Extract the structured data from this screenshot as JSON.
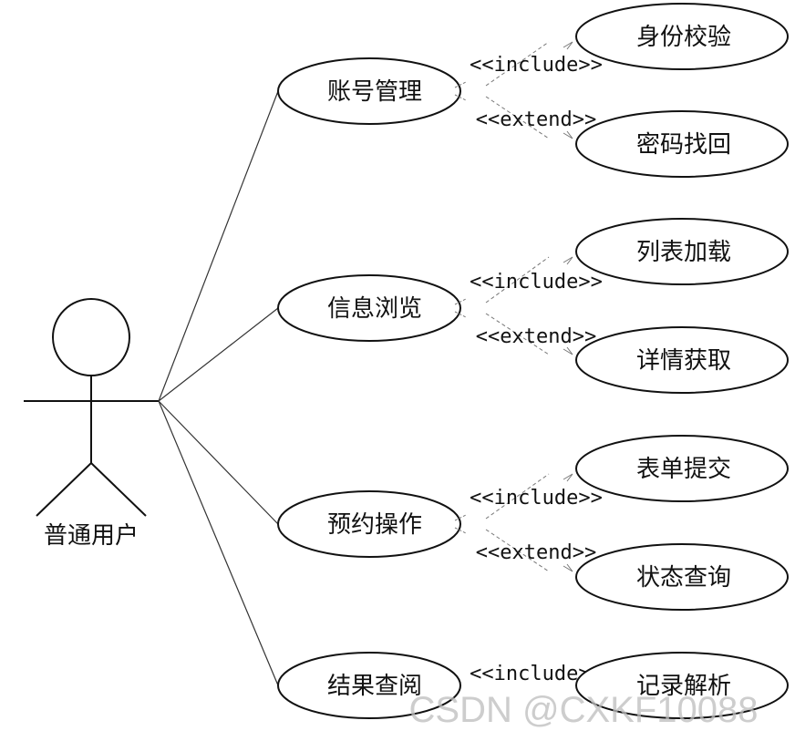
{
  "actor": {
    "label": "普通用户"
  },
  "use_cases": [
    {
      "label": "账号管理",
      "relations": [
        {
          "stereotype": "<<include>>",
          "target": "身份校验"
        },
        {
          "stereotype": "<<extend>>",
          "target": "密码找回"
        }
      ]
    },
    {
      "label": "信息浏览",
      "relations": [
        {
          "stereotype": "<<include>>",
          "target": "列表加载"
        },
        {
          "stereotype": "<<extend>>",
          "target": "详情获取"
        }
      ]
    },
    {
      "label": "预约操作",
      "relations": [
        {
          "stereotype": "<<include>>",
          "target": "表单提交"
        },
        {
          "stereotype": "<<extend>>",
          "target": "状态查询"
        }
      ]
    },
    {
      "label": "结果查阅",
      "relations": [
        {
          "stereotype": "<<include>>",
          "target": "记录解析"
        }
      ]
    }
  ],
  "watermark": "CSDN @CXKF10088"
}
